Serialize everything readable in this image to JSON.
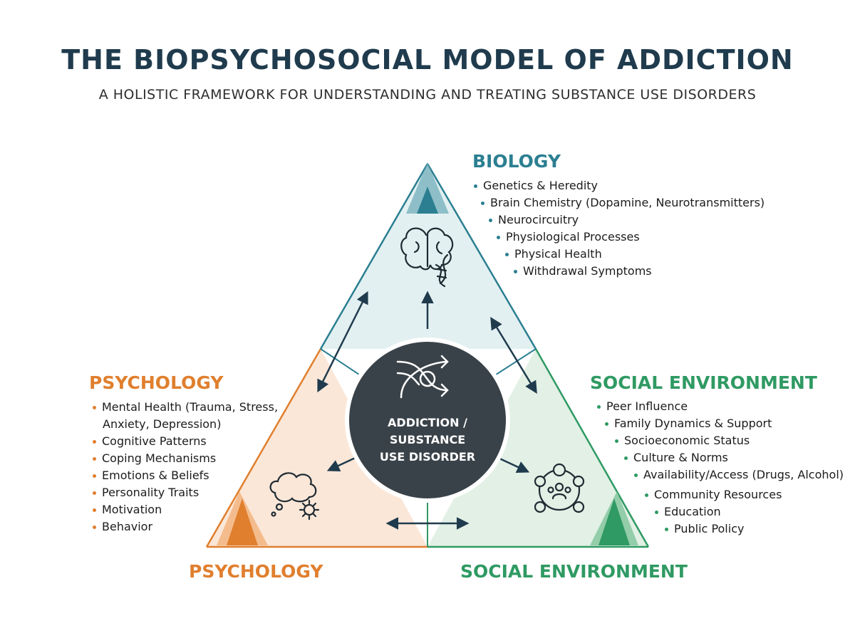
{
  "title": "THE BIOPSYCHOSOCIAL MODEL OF ADDICTION",
  "subtitle": "A HOLISTIC FRAMEWORK FOR UNDERSTANDING AND TREATING SUBSTANCE USE DISORDERS",
  "colors": {
    "biology": "#2b7f91",
    "psychology": "#e07f2e",
    "social": "#2f9a63",
    "center": "#3a4249",
    "title": "#1f3b4d"
  },
  "center": {
    "lines": [
      "ADDICTION /",
      "SUBSTANCE",
      "USE DISORDER"
    ],
    "icon": "intertwined-arrows-icon"
  },
  "biology": {
    "heading": "BIOLOGY",
    "icon": "brain-dna-icon",
    "items": [
      "Genetics & Heredity",
      "Brain Chemistry (Dopamine, Neurotransmitters)",
      "Neurocircuitry",
      "Physiological Processes",
      "Physical Health",
      "Withdrawal Symptoms"
    ]
  },
  "psychology": {
    "heading": "PSYCHOLOGY",
    "bottom_label": "PSYCHOLOGY",
    "icon": "thought-cloud-gear-icon",
    "items": [
      "Mental Health (Trauma, Stress,",
      "Anxiety, Depression)",
      "Cognitive Patterns",
      "Coping Mechanisms",
      "Emotions & Beliefs",
      "Personality Traits",
      "Motivation",
      "Behavior"
    ]
  },
  "social": {
    "heading": "SOCIAL ENVIRONMENT",
    "bottom_label": "SOCIAL ENVIRONMENT",
    "icon": "community-network-icon",
    "items": [
      "Peer Influence",
      "Family Dynamics & Support",
      "Socioeconomic Status",
      "Culture & Norms",
      "Availability/Access (Drugs, Alcohol)",
      "Community Resources",
      "Education",
      "Public Policy"
    ]
  }
}
